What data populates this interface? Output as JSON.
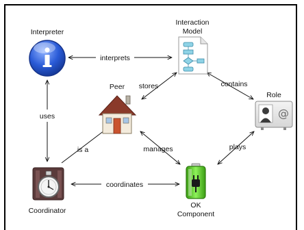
{
  "nodes": {
    "interpreter": {
      "label": "Interpreter",
      "icon": "info-icon"
    },
    "interaction_model": {
      "label_line1": "Interaction",
      "label_line2": "Model",
      "icon": "flowchart-document-icon"
    },
    "peer": {
      "label": "Peer",
      "icon": "house-icon"
    },
    "role": {
      "label": "Role",
      "icon": "contact-card-icon"
    },
    "coordinator": {
      "label": "Coordinator",
      "icon": "stopwatch-icon"
    },
    "ok_component": {
      "label_line1": "OK",
      "label_line2": "Component",
      "icon": "battery-plug-icon"
    }
  },
  "edges": {
    "interprets": "interprets",
    "stores": "stores",
    "contains": "contains",
    "uses": "uses",
    "is_a": "is a",
    "manages": "manages",
    "plays": "plays",
    "coordinates": "coordinates"
  },
  "colors": {
    "info_blue": "#2a5bd7",
    "battery_green": "#5bd12a",
    "house_red": "#b23a2a"
  }
}
